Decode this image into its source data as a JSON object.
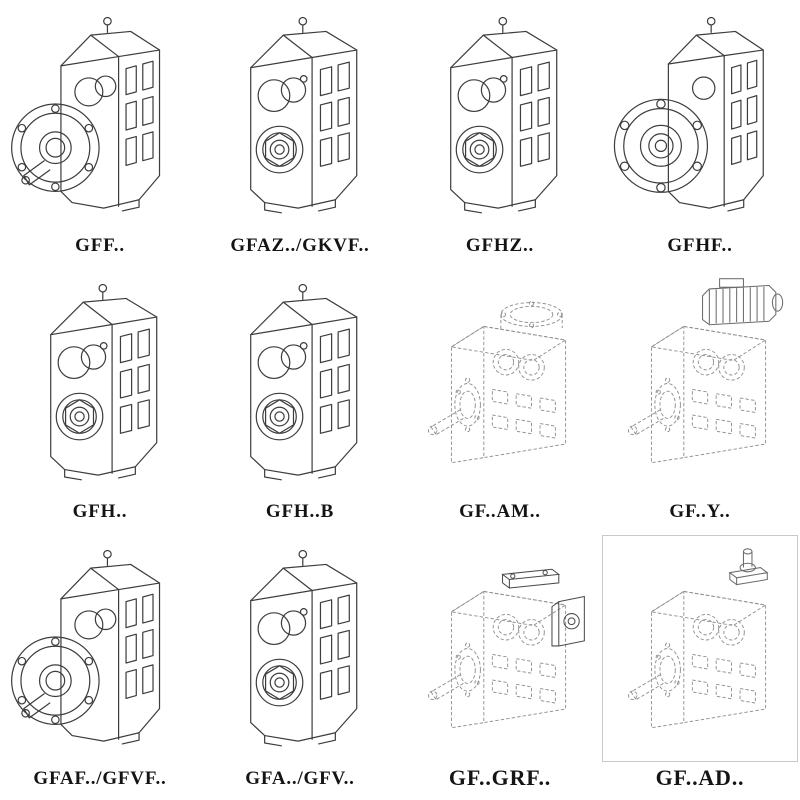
{
  "page": {
    "background": "#ffffff",
    "line_color": "#3d3d3d",
    "phantom_line_color": "#8f8f8f"
  },
  "grid": {
    "items": [
      {
        "label": "GFF..",
        "drawing": "gearbox-flange-output"
      },
      {
        "label": "GFAZ../GKVF..",
        "drawing": "gearbox-hollow-shaft"
      },
      {
        "label": "GFHZ..",
        "drawing": "gearbox-hollow-shaft"
      },
      {
        "label": "GFHF..",
        "drawing": "gearbox-flange-front"
      },
      {
        "label": "GFH..",
        "drawing": "gearbox-hollow-shaft"
      },
      {
        "label": "GFH..B",
        "drawing": "gearbox-hollow-shaft"
      },
      {
        "label": "GF..AM..",
        "drawing": "gearbox-phantom-motor-flange"
      },
      {
        "label": "GF..Y..",
        "drawing": "gearbox-phantom-with-motor"
      },
      {
        "label": "GFAF../GFVF..",
        "drawing": "gearbox-flange-output"
      },
      {
        "label": "GFA../GFV..",
        "drawing": "gearbox-hollow-shaft"
      },
      {
        "label": "GF..GRF..",
        "drawing": "gearbox-phantom-adapter"
      },
      {
        "label": "GF..AD..",
        "drawing": "gearbox-phantom-input-shaft"
      }
    ]
  }
}
